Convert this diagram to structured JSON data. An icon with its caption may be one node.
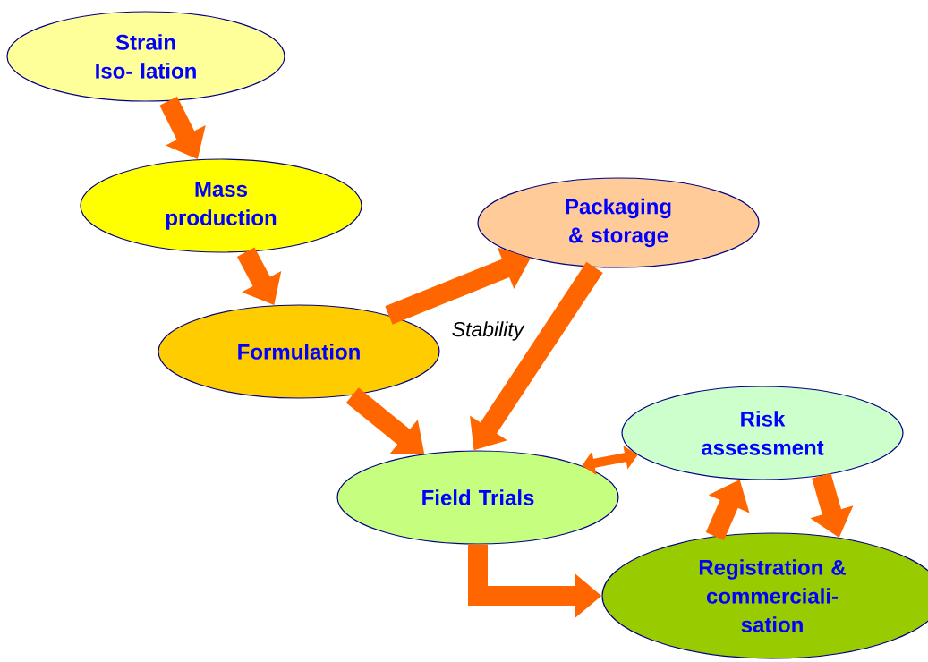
{
  "diagram": {
    "nodes": [
      {
        "text": [
          "Strain Iso- lation"
        ]
      },
      {
        "text": [
          "Mass production"
        ]
      },
      {
        "text": [
          "Formulation"
        ]
      },
      {
        "text": [
          "Packaging & storage"
        ]
      },
      {
        "text": [
          "Field Trials"
        ]
      },
      {
        "text": [
          "Risk assessment"
        ]
      },
      {
        "text": [
          "Registration & commerciali- sation"
        ]
      }
    ],
    "edges": [
      {
        "from": 0,
        "to": 1,
        "arrow": "to"
      },
      {
        "from": 1,
        "to": 2,
        "arrow": "to"
      },
      {
        "from": 2,
        "to": 3,
        "arrow": "to",
        "label": "Stability"
      },
      {
        "from": 3,
        "to": 4,
        "arrow": "to"
      },
      {
        "from": 2,
        "to": 4,
        "arrow": "to"
      },
      {
        "from": 4,
        "to": 5,
        "arrow": "both"
      },
      {
        "from": 4,
        "to": 6,
        "arrow": "to"
      },
      {
        "from": 6,
        "to": 5,
        "arrow": "to"
      },
      {
        "from": 5,
        "to": 6,
        "arrow": "to"
      }
    ]
  }
}
